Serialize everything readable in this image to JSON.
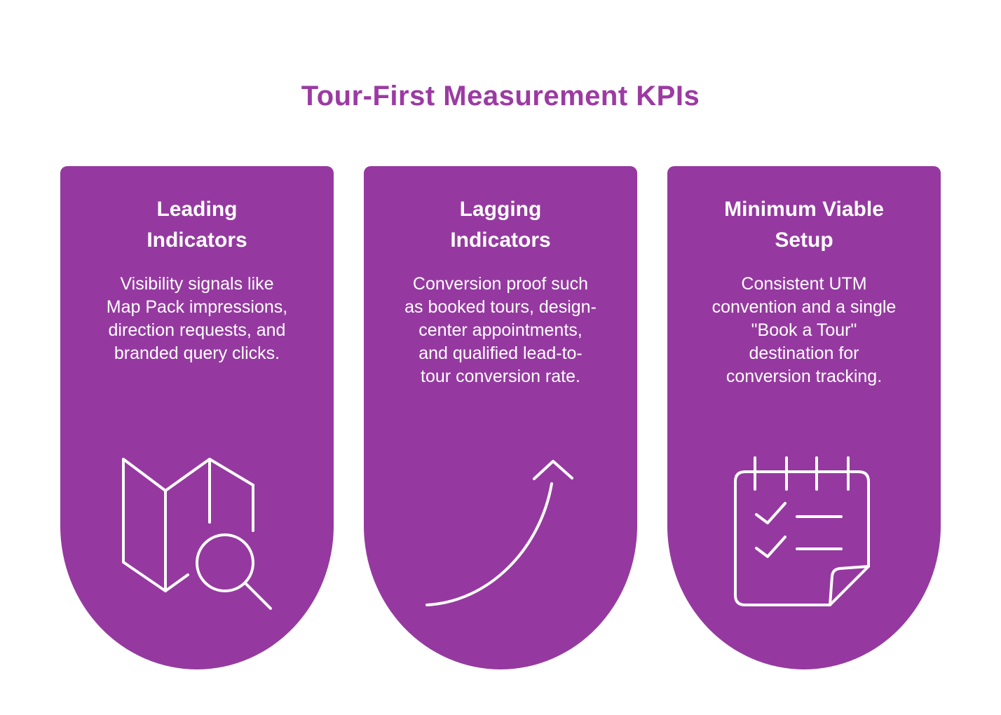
{
  "theme": {
    "background": "#ffffff",
    "title_color": "#9C3AA3",
    "card_color": "#9539A0",
    "card_text_color": "#ffffff",
    "icon_stroke_color": "#ffffff"
  },
  "header": {
    "title": "Tour-First Measurement KPIs"
  },
  "cards": [
    {
      "id": "leading-indicators",
      "title_lines": [
        "Leading",
        "Indicators"
      ],
      "body_lines": [
        "Visibility signals like",
        "Map Pack impressions,",
        "direction requests, and",
        "branded query clicks."
      ],
      "icon": "map-search-icon"
    },
    {
      "id": "lagging-indicators",
      "title_lines": [
        "Lagging",
        "Indicators"
      ],
      "body_lines": [
        "Conversion proof such",
        "as booked tours, design-",
        "center appointments,",
        "and qualified lead-to-",
        "tour conversion rate."
      ],
      "icon": "growth-arrow-icon"
    },
    {
      "id": "minimum-viable-setup",
      "title_lines": [
        "Minimum Viable",
        "Setup"
      ],
      "body_lines": [
        "Consistent UTM",
        "convention and a single",
        "\"Book a Tour\"",
        "destination for",
        "conversion tracking."
      ],
      "icon": "checklist-icon"
    }
  ]
}
